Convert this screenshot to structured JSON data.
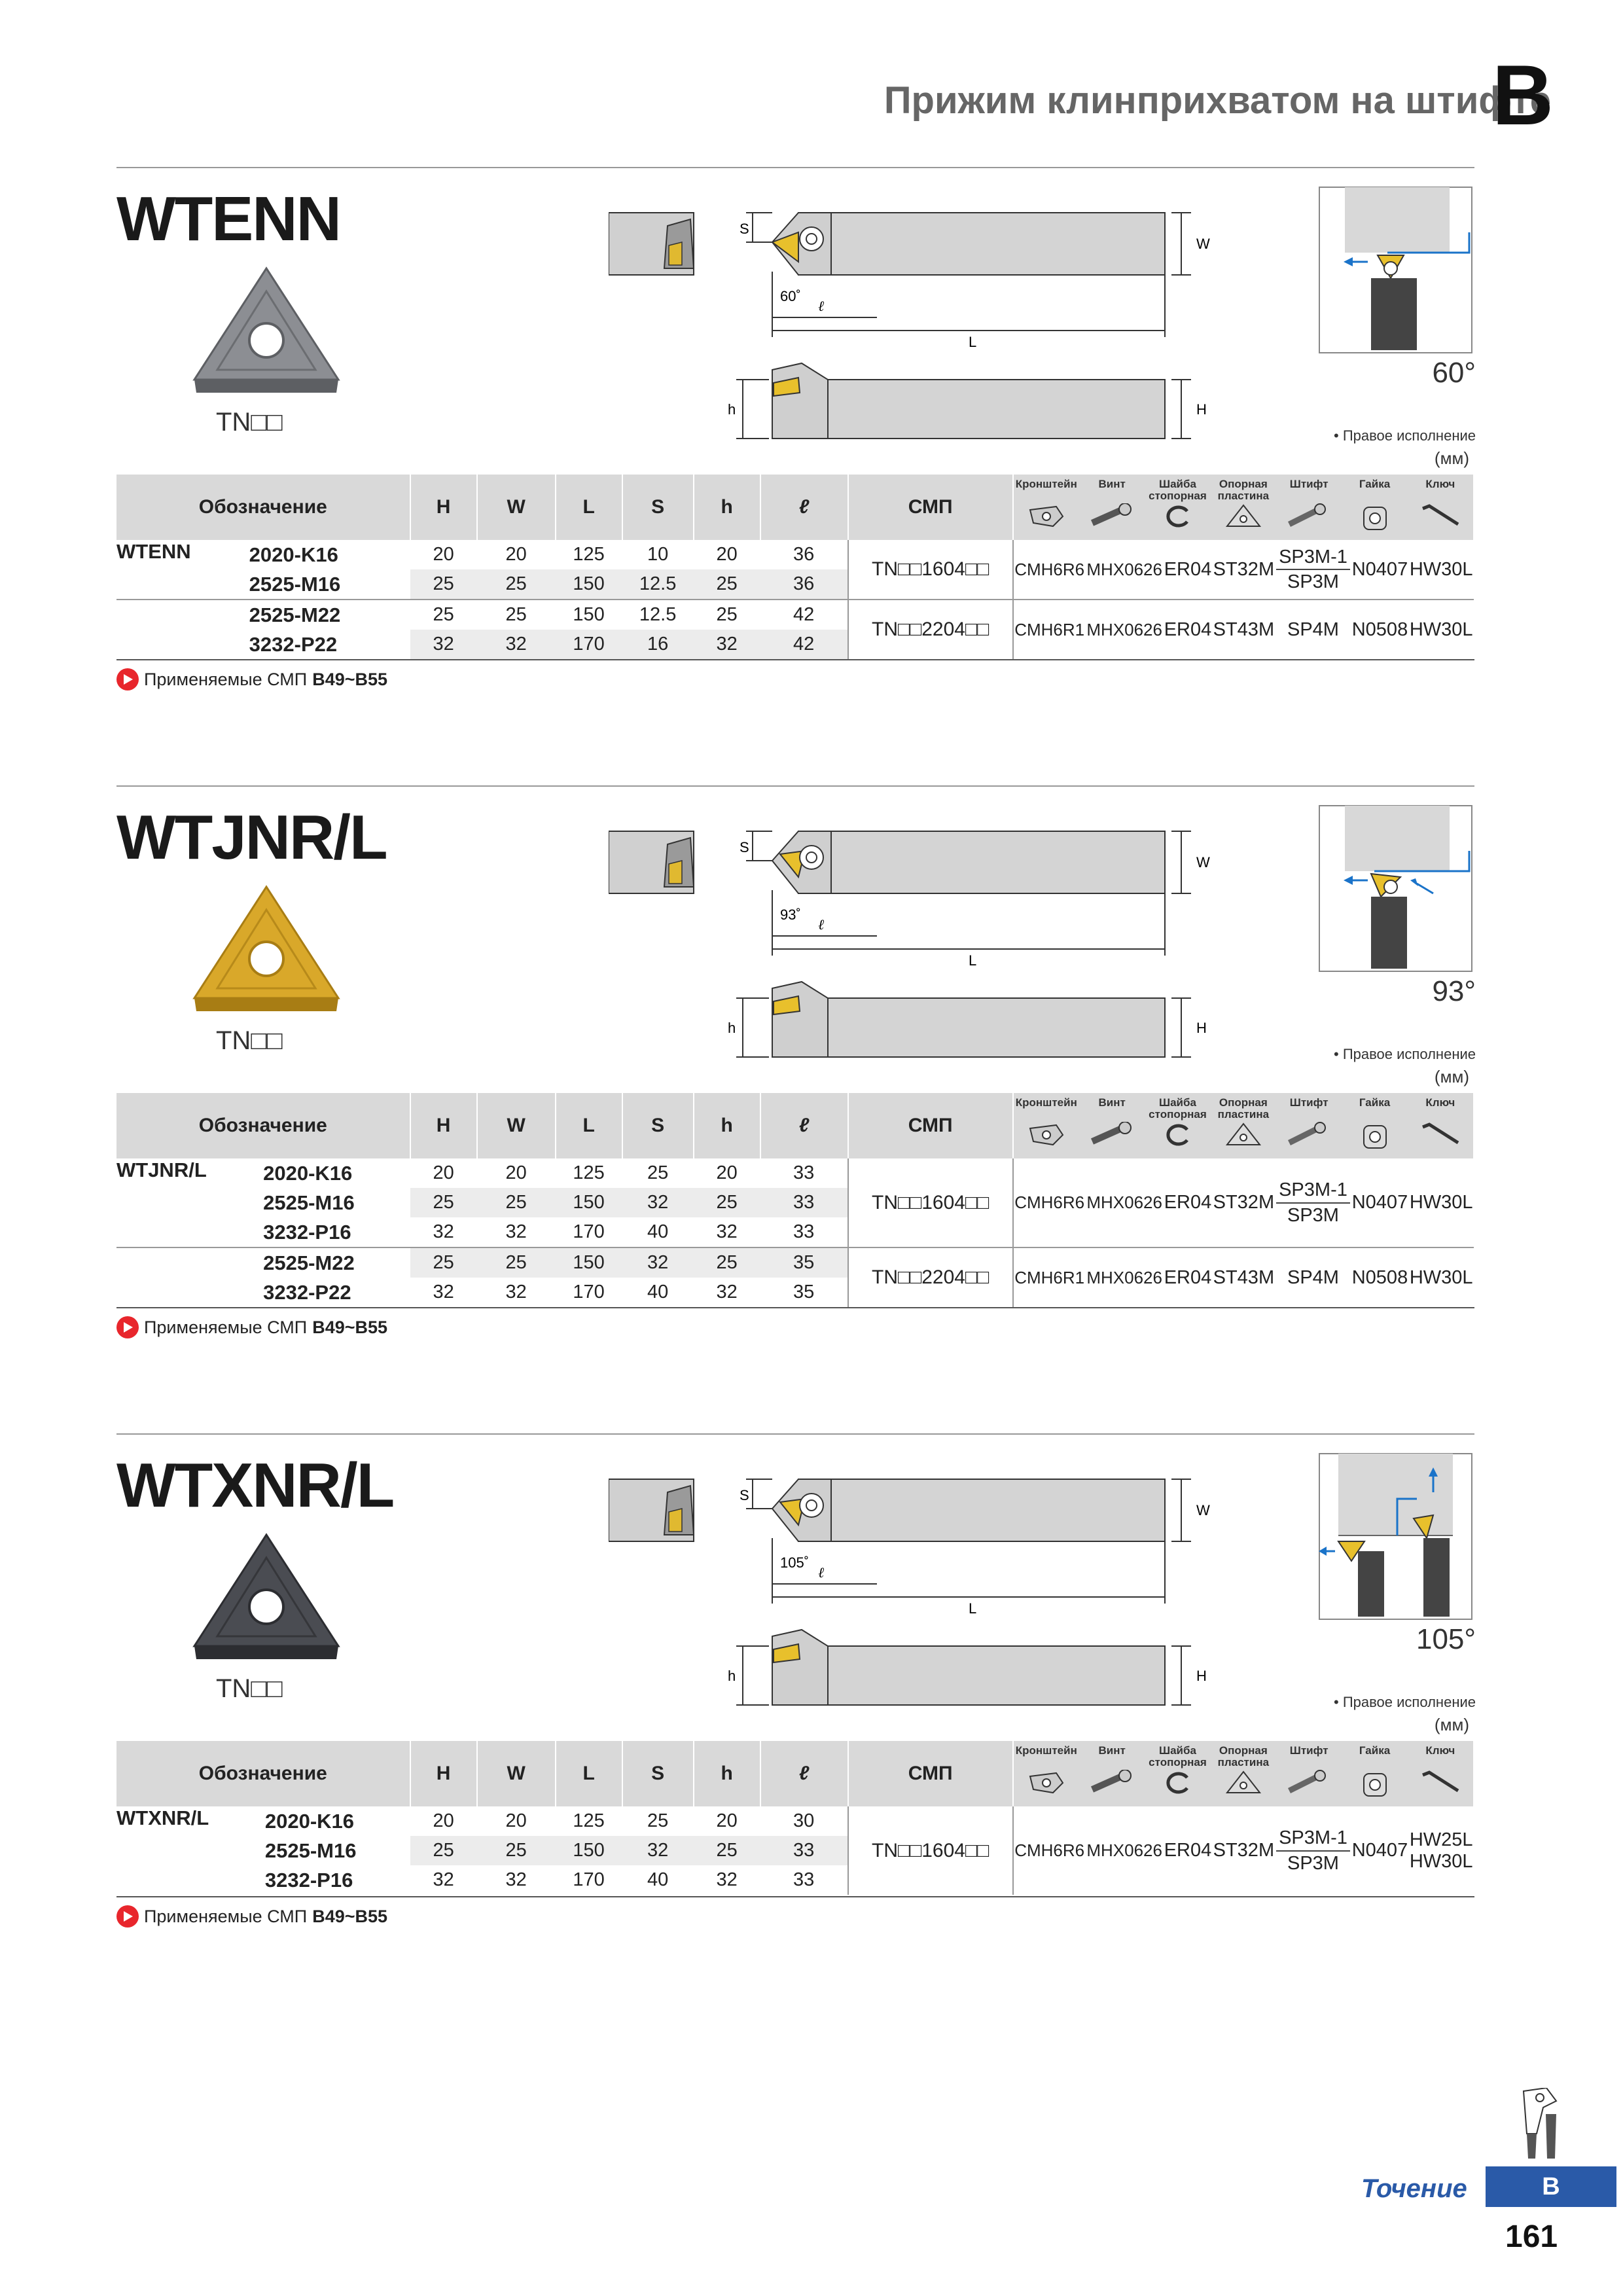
{
  "header": {
    "title": "Прижим клинприхватом на штифте",
    "section_letter": "B"
  },
  "labels": {
    "designation": "Обозначение",
    "cmp": "СМП",
    "dims": [
      "H",
      "W",
      "L",
      "S",
      "h",
      "ℓ"
    ],
    "parts": [
      {
        "name": "Кронштейн",
        "icon": "clamp-icon"
      },
      {
        "name": "Винт",
        "icon": "screw-icon"
      },
      {
        "name": "Шайба стопорная",
        "icon": "washer-icon"
      },
      {
        "name": "Опорная пластина",
        "icon": "shim-icon"
      },
      {
        "name": "Штифт",
        "icon": "pin-icon"
      },
      {
        "name": "Гайка",
        "icon": "nut-icon"
      },
      {
        "name": "Ключ",
        "icon": "key-icon"
      }
    ],
    "right_hand": "• Правое исполнение",
    "unit": "(мм)",
    "applicable": "Применяемые СМП",
    "applicable_ref": "B49~B55",
    "drawing_letters": {
      "S": "S",
      "W": "W",
      "L": "L",
      "h": "h",
      "H": "H",
      "l": "ℓ"
    }
  },
  "colors": {
    "gold": "#d9a82a",
    "dark_insert": "#4a4c52",
    "silver": "#8c8e93",
    "blue": "#1a73c9",
    "tab": "#2a5aa8"
  },
  "sections": [
    {
      "title": "WTENN",
      "angle": "60°",
      "drawing_angle": "60˚",
      "insert_code": "TN□□",
      "insert_color": "silver",
      "rows": [
        {
          "series": "WTENN",
          "code": "2020-K16",
          "H": "20",
          "W": "20",
          "L": "125",
          "S": "10",
          "h": "20",
          "l": "36"
        },
        {
          "series": "",
          "code": "2525-M16",
          "H": "25",
          "W": "25",
          "L": "150",
          "S": "12.5",
          "h": "25",
          "l": "36"
        },
        {
          "series": "",
          "code": "2525-M22",
          "H": "25",
          "W": "25",
          "L": "150",
          "S": "12.5",
          "h": "25",
          "l": "42"
        },
        {
          "series": "",
          "code": "3232-P22",
          "H": "32",
          "W": "32",
          "L": "170",
          "S": "16",
          "h": "32",
          "l": "42"
        }
      ],
      "groups": [
        {
          "rows": 2,
          "insert": "TN□□1604□□",
          "clamp": "CMH6R6",
          "screw": "MHX0626",
          "washer": "ER04",
          "shim": "ST32M",
          "pin_top": "SP3M-1",
          "pin_bottom": "SP3M",
          "nut": "N0407",
          "key_top": "HW30L",
          "key_bottom": ""
        },
        {
          "rows": 2,
          "insert": "TN□□2204□□",
          "clamp": "CMH6R1",
          "screw": "MHX0626",
          "washer": "ER04",
          "shim": "ST43M",
          "pin_top": "SP4M",
          "pin_bottom": "",
          "nut": "N0508",
          "key_top": "HW30L",
          "key_bottom": ""
        }
      ]
    },
    {
      "title": "WTJNR/L",
      "angle": "93°",
      "drawing_angle": "93˚",
      "insert_code": "TN□□",
      "insert_color": "gold",
      "rows": [
        {
          "series": "WTJNR/L",
          "code": "2020-K16",
          "H": "20",
          "W": "20",
          "L": "125",
          "S": "25",
          "h": "20",
          "l": "33"
        },
        {
          "series": "",
          "code": "2525-M16",
          "H": "25",
          "W": "25",
          "L": "150",
          "S": "32",
          "h": "25",
          "l": "33"
        },
        {
          "series": "",
          "code": "3232-P16",
          "H": "32",
          "W": "32",
          "L": "170",
          "S": "40",
          "h": "32",
          "l": "33"
        },
        {
          "series": "",
          "code": "2525-M22",
          "H": "25",
          "W": "25",
          "L": "150",
          "S": "32",
          "h": "25",
          "l": "35"
        },
        {
          "series": "",
          "code": "3232-P22",
          "H": "32",
          "W": "32",
          "L": "170",
          "S": "40",
          "h": "32",
          "l": "35"
        }
      ],
      "groups": [
        {
          "rows": 3,
          "insert": "TN□□1604□□",
          "clamp": "CMH6R6",
          "screw": "MHX0626",
          "washer": "ER04",
          "shim": "ST32M",
          "pin_top": "SP3M-1",
          "pin_bottom": "SP3M",
          "nut": "N0407",
          "key_top": "HW30L",
          "key_bottom": ""
        },
        {
          "rows": 2,
          "insert": "TN□□2204□□",
          "clamp": "CMH6R1",
          "screw": "MHX0626",
          "washer": "ER04",
          "shim": "ST43M",
          "pin_top": "SP4M",
          "pin_bottom": "",
          "nut": "N0508",
          "key_top": "HW30L",
          "key_bottom": ""
        }
      ]
    },
    {
      "title": "WTXNR/L",
      "angle": "105°",
      "drawing_angle": "105˚",
      "insert_code": "TN□□",
      "insert_color": "dark",
      "rows": [
        {
          "series": "WTXNR/L",
          "code": "2020-K16",
          "H": "20",
          "W": "20",
          "L": "125",
          "S": "25",
          "h": "20",
          "l": "30"
        },
        {
          "series": "",
          "code": "2525-M16",
          "H": "25",
          "W": "25",
          "L": "150",
          "S": "32",
          "h": "25",
          "l": "33"
        },
        {
          "series": "",
          "code": "3232-P16",
          "H": "32",
          "W": "32",
          "L": "170",
          "S": "40",
          "h": "32",
          "l": "33"
        }
      ],
      "groups": [
        {
          "rows": 3,
          "insert": "TN□□1604□□",
          "clamp": "CMH6R6",
          "screw": "MHX0626",
          "washer": "ER04",
          "shim": "ST32M",
          "pin_top": "SP3M-1",
          "pin_bottom": "SP3M",
          "nut": "N0407",
          "key_top": "HW25L",
          "key_bottom": "HW30L"
        }
      ]
    }
  ],
  "footer": {
    "label": "Точение",
    "tab": "B",
    "page": "161"
  }
}
